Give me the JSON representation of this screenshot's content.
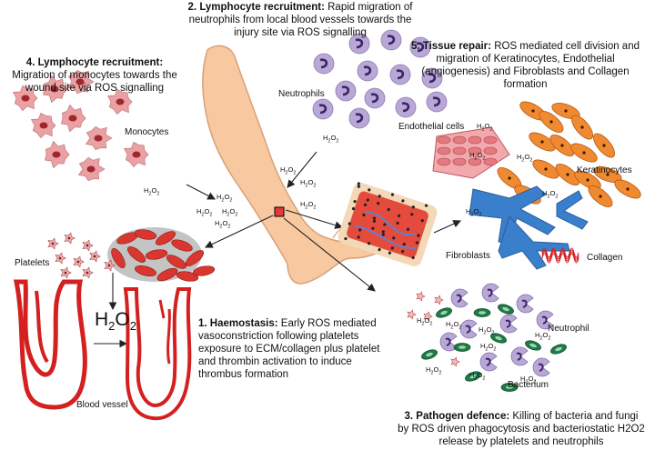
{
  "captions": {
    "step1": {
      "title": "1. Haemostasis:",
      "body": "Early ROS mediated vasoconstriction following platelets exposure to ECM/collagen plus platelet and thrombin activation to induce thrombus formation"
    },
    "step2": {
      "title": "2. Lymphocyte recruitment:",
      "body": "Rapid migration of neutrophils from local blood vessels towards the injury site via ROS signalling"
    },
    "step3": {
      "title": "3. Pathogen defence:",
      "body": "Killing of bacteria and fungi by ROS driven phagocytosis and bacteriostatic H2O2 release by platelets and neutrophils"
    },
    "step4": {
      "title": "4. Lymphocyte recruitment:",
      "body": "Migration of monocytes towards the wound site via ROS signalling"
    },
    "step5": {
      "title": "5. Tissue repair:",
      "body": "ROS mediated cell division and migration of Keratinocytes, Endothelial (angiogenesis) and Fibroblasts and Collagen formation"
    }
  },
  "labels": {
    "monocytes": "Monocytes",
    "neutrophils": "Neutrophils",
    "platelets": "Platelets",
    "blood_vessel": "Blood vessel",
    "endothelial_cells": "Endothelial cells",
    "keratinocytes": "Keratinocytes",
    "fibroblasts": "Fibroblasts",
    "collagen": "Collagen",
    "neutrophil": "Neutrophil",
    "bacterium": "Bacterium"
  },
  "chem": {
    "base": "H",
    "sub": "2",
    "mid": "O",
    "sub2": "2"
  },
  "colors": {
    "skin": "#f8c9a0",
    "skin_edge": "#d9a077",
    "neutrophil": "#b9a8d6",
    "neutrophil_nucleus": "#3a2466",
    "monocyte": "#e9a1a4",
    "monocyte_nucleus": "#a0262e",
    "rbc": "#d9362f",
    "keratinocyte": "#f08a30",
    "fibroblast": "#3a7fcc",
    "bacterium": "#1e7a47",
    "vessel": "#d42020"
  }
}
